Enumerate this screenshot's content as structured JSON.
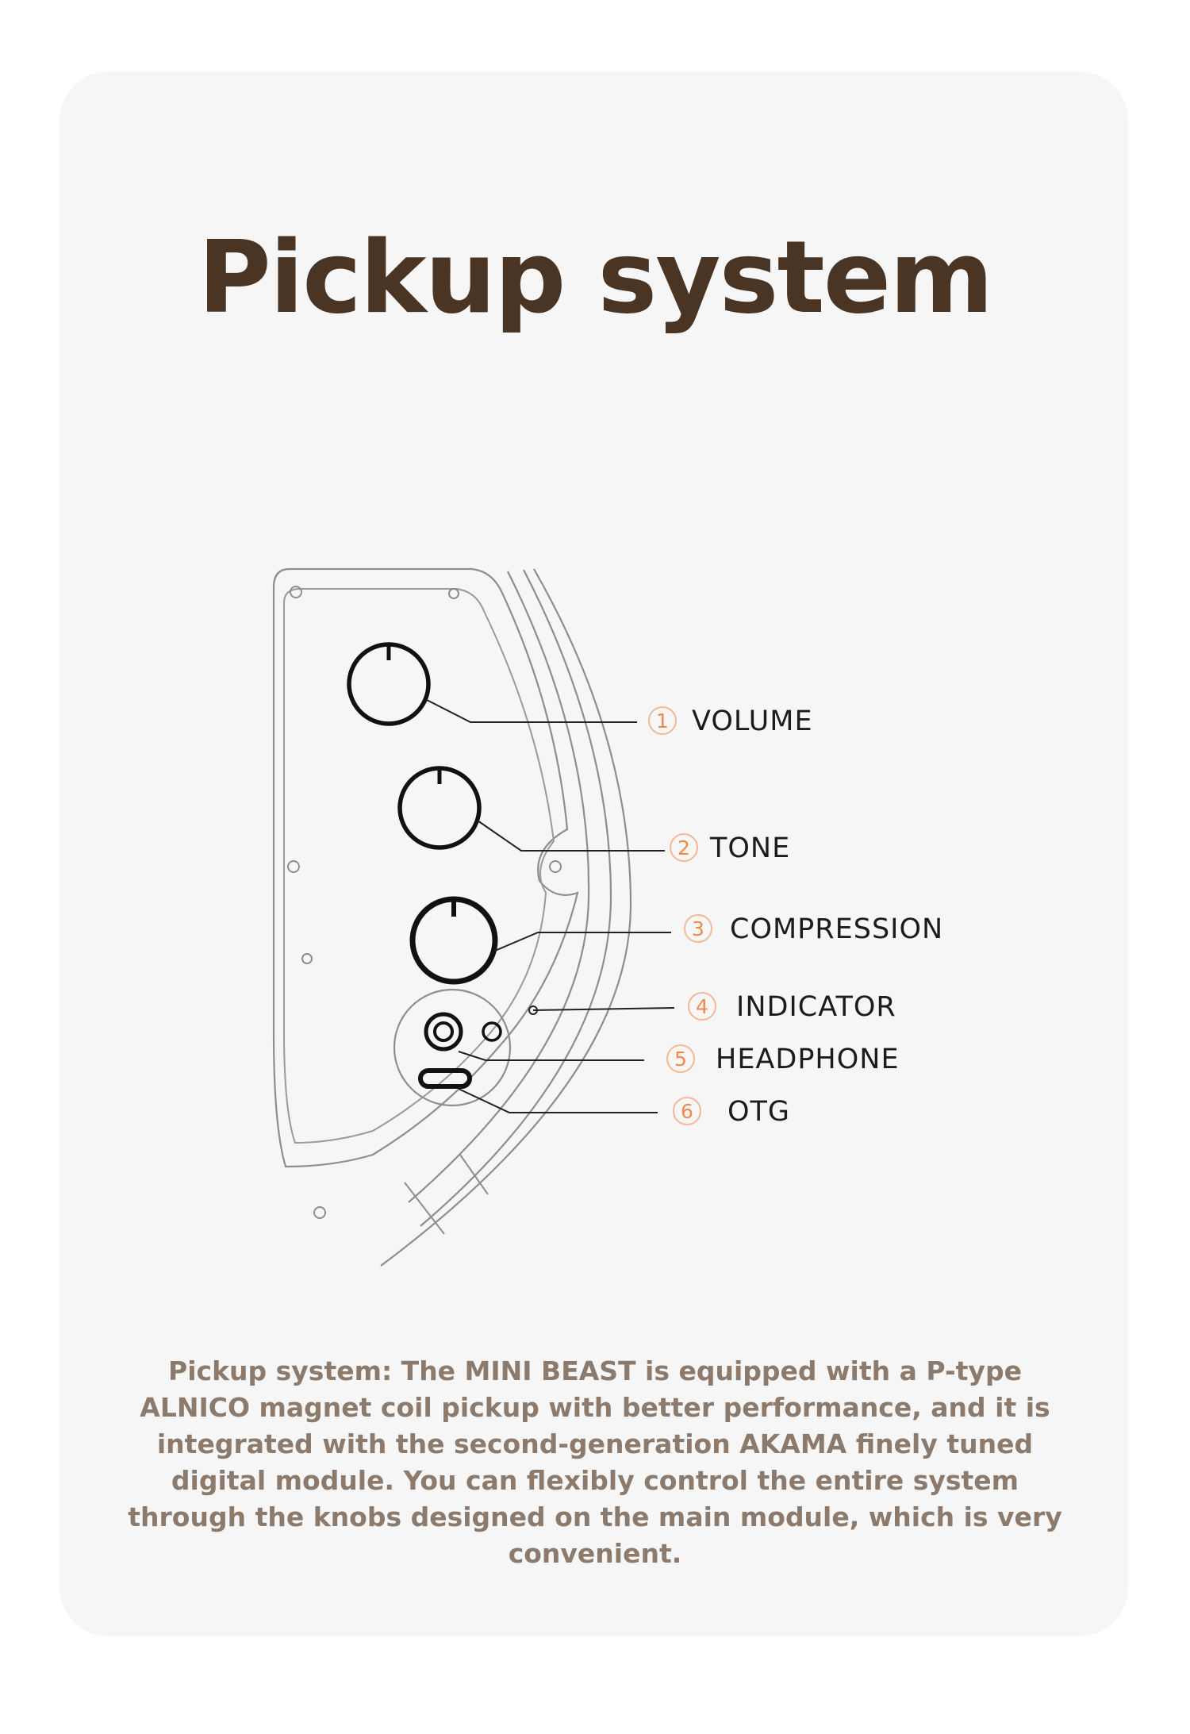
{
  "title": "Pickup system",
  "callouts": [
    {
      "number": "1",
      "label": "VOLUME"
    },
    {
      "number": "2",
      "label": "TONE"
    },
    {
      "number": "3",
      "label": "COMPRESSION"
    },
    {
      "number": "4",
      "label": "INDICATOR"
    },
    {
      "number": "5",
      "label": "HEADPHONE"
    },
    {
      "number": "6",
      "label": "OTG"
    }
  ],
  "caption": "Pickup system: The MINI BEAST is equipped with a P-type ALNICO magnet coil pickup with better performance, and it is integrated with the second-generation AKAMA finely tuned digital module. You can flexibly control the entire system through the knobs designed on the main module, which is very convenient.",
  "colors": {
    "title": "#4a3424",
    "caption": "#8c7a6c",
    "callout_number": "#f08a4c",
    "card": "#f6f6f6"
  }
}
